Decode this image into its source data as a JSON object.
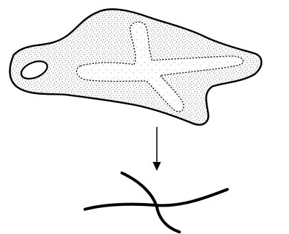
{
  "figure": {
    "labels": [],
    "colors": {
      "background": "#ffffff",
      "ink": "#000000",
      "stipple": "#3a3a3a"
    },
    "elements": [
      "stippled-blob",
      "small-oval-hole",
      "cross-shaped-inner-region",
      "down-arrow",
      "crossing-curves"
    ]
  }
}
